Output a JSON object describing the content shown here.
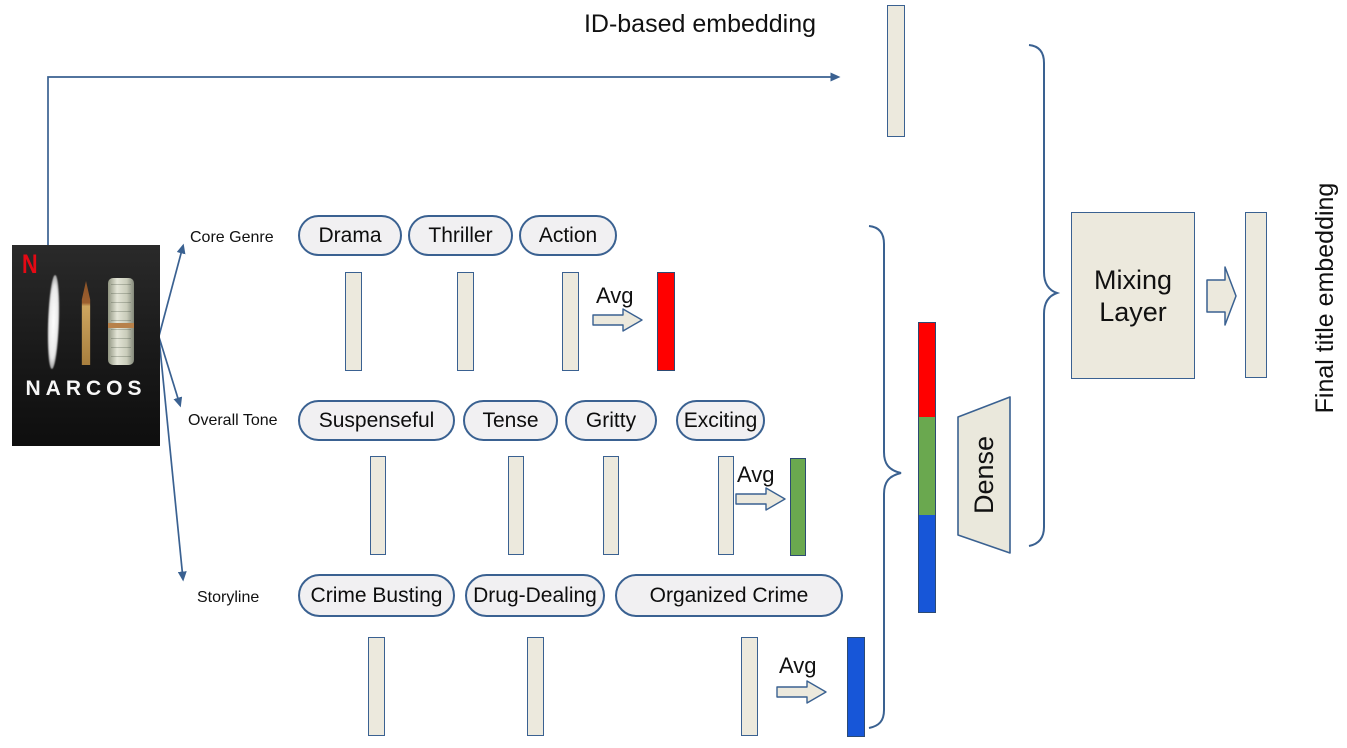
{
  "labels": {
    "id_based_embedding": "ID-based embedding",
    "final_title_embedding": "Final title embedding",
    "avg": "Avg",
    "dense": "Dense",
    "mixing_layer_line1": "Mixing",
    "mixing_layer_line2": "Layer"
  },
  "poster": {
    "provider_logo": "N",
    "title": "NARCOS"
  },
  "tag_rows": [
    {
      "category": "Core Genre",
      "tags": [
        "Drama",
        "Thriller",
        "Action"
      ],
      "avg_vector_color": "#ff0000"
    },
    {
      "category": "Overall Tone",
      "tags": [
        "Suspenseful",
        "Tense",
        "Gritty",
        "Exciting"
      ],
      "avg_vector_color": "#6aa84f"
    },
    {
      "category": "Storyline",
      "tags": [
        "Crime Busting",
        "Drug-Dealing",
        "Organized Crime"
      ],
      "avg_vector_color": "#1756d8"
    }
  ],
  "concatenated_vector_segments": [
    "#ff0000",
    "#6aa84f",
    "#1756d8"
  ],
  "colors": {
    "stroke": "#3a6191",
    "vector_fill": "#ece9dd",
    "pill_fill": "#f1f0f2",
    "netflix_red": "#e50914"
  }
}
